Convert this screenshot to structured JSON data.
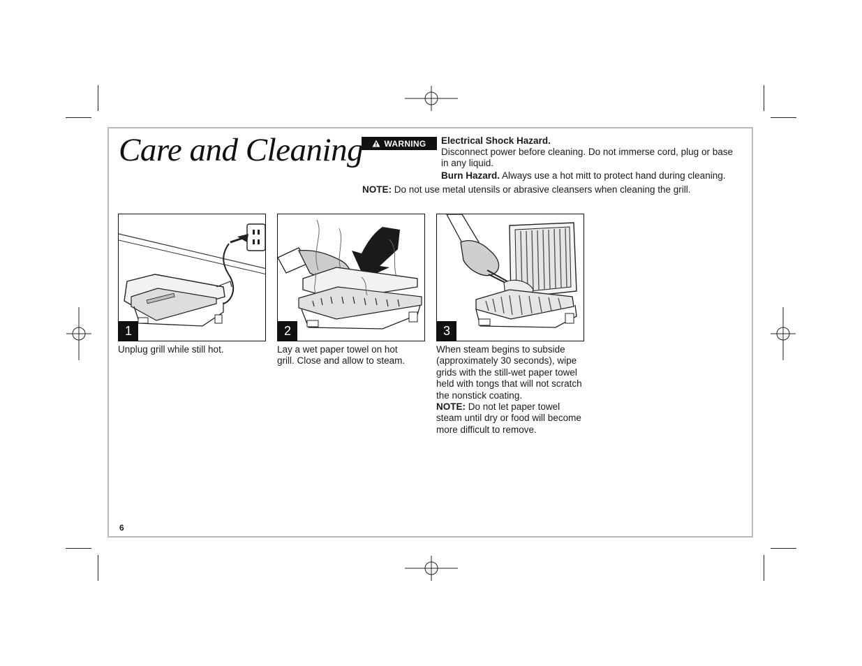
{
  "page": {
    "title": "Care and Cleaning",
    "page_number": "6"
  },
  "warning": {
    "badge_label": "WARNING",
    "shock_heading": "Electrical Shock Hazard.",
    "shock_text": "Disconnect power before cleaning. Do not immerse cord, plug or base in any liquid.",
    "burn_heading": "Burn Hazard.",
    "burn_text": "Always use a hot mitt to protect hand during cleaning.",
    "note_label": "NOTE:",
    "note_text": "Do not use metal utensils or abrasive cleansers when cleaning the grill."
  },
  "steps": [
    {
      "number": "1",
      "caption": "Unplug grill while still hot."
    },
    {
      "number": "2",
      "caption": "Lay a wet paper towel on hot grill. Close and allow to steam."
    },
    {
      "number": "3",
      "caption": "When steam begins to subside (approximately 30 seconds), wipe grids with the still-wet paper towel held with tongs that will not scratch the nonstick coating.",
      "note_label": "NOTE:",
      "note_text": "Do not let paper towel steam until dry or food will become more difficult to remove."
    }
  ],
  "icons": {
    "warning_badge": "warning-triangle-icon",
    "registration_marks": "crosshair-icon"
  }
}
